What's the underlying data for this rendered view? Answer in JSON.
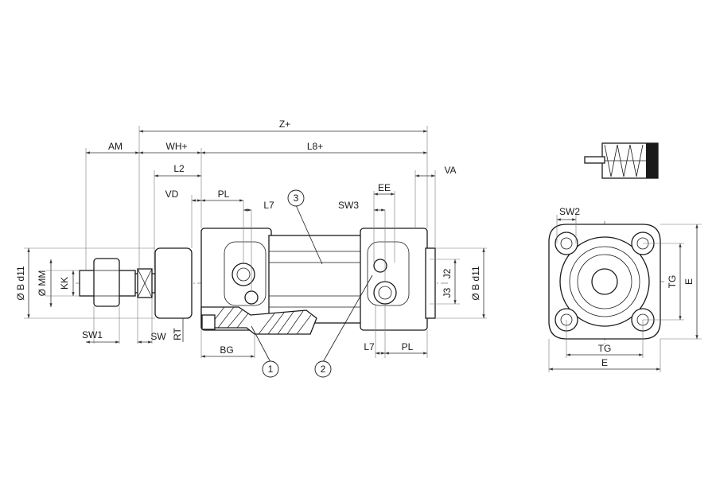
{
  "dimensions": {
    "z_plus": "Z+",
    "am": "AM",
    "wh_plus": "WH+",
    "l8_plus": "L8+",
    "l2": "L2",
    "vd": "VD",
    "pl_top": "PL",
    "l7_top": "L7",
    "sw3": "SW3",
    "ee": "EE",
    "va": "VA",
    "sw1": "SW1",
    "sw": "SW",
    "rt": "RT",
    "bg": "BG",
    "l7_bottom": "L7",
    "pl_bottom": "PL",
    "b_d11_left": "Ø B d11",
    "mm": "Ø MM",
    "kk": "KK",
    "j3": "J3",
    "j2": "J2",
    "b_d11_right": "Ø B d11",
    "sw2": "SW2",
    "tg_vertical": "TG",
    "e_vertical": "E",
    "tg_horizontal": "TG",
    "e_horizontal": "E"
  },
  "balloons": {
    "b1": "1",
    "b2": "2",
    "b3": "3"
  }
}
